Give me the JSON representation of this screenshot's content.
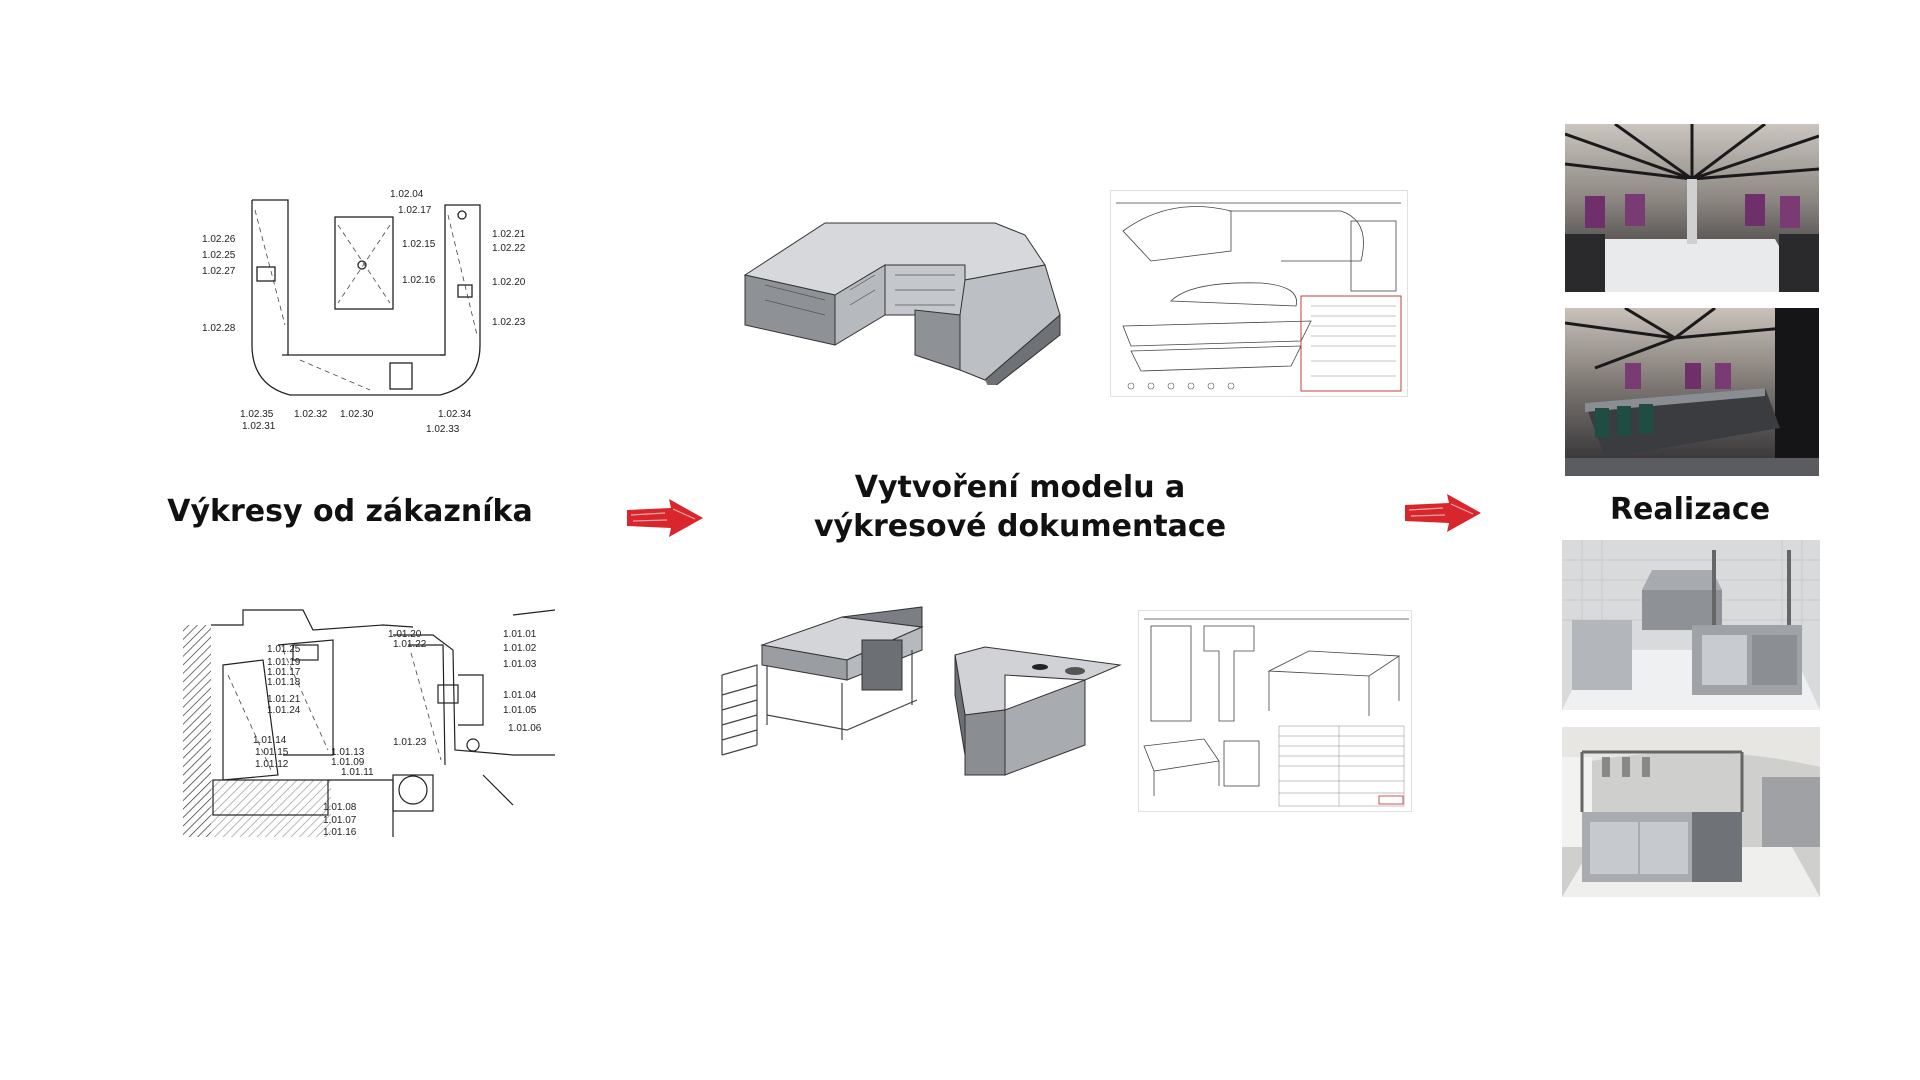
{
  "headings": {
    "customer_drawings": "Výkresy od zákazníka",
    "model_line1": "Vytvoření modelu a",
    "model_line2": "výkresové dokumentace",
    "realization": "Realizace"
  },
  "plan_top_labels": [
    "1.02.04",
    "1.02.17",
    "1.02.26",
    "1.02.25",
    "1.02.27",
    "1.02.15",
    "1.02.16",
    "1.02.21",
    "1.02.22",
    "1.02.20",
    "1.02.28",
    "1.02.23",
    "1.02.35",
    "1.02.31",
    "1.02.32",
    "1.02.30",
    "1.02.34",
    "1.02.33"
  ],
  "plan_bottom_labels": [
    "1.01.25",
    "1.01.19",
    "1.01.17",
    "1.01.18",
    "1.01.21",
    "1.01.24",
    "1.01.20",
    "1.01.22",
    "1.01.01",
    "1.01.02",
    "1.01.03",
    "1.01.04",
    "1.01.05",
    "1.01.06",
    "1.01.14",
    "1.01.15",
    "1.01.12",
    "1.01.13",
    "1.01.09",
    "1.01.11",
    "1.01.23",
    "1.01.08",
    "1.01.07",
    "1.01.16"
  ],
  "colors": {
    "arrow": "#d8262c",
    "text": "#111111",
    "steel": "#b9bcc0",
    "dark": "#2b2b2e"
  },
  "icons": {
    "arrow1": "right-arrow-icon",
    "arrow2": "right-arrow-icon"
  }
}
